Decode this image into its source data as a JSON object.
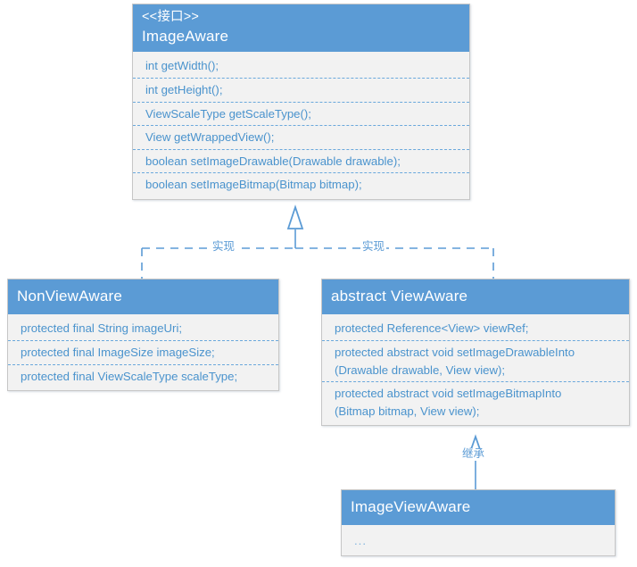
{
  "diagram": {
    "type": "uml-class-diagram",
    "accent_color": "#5b9bd5",
    "body_color": "#f2f2f2",
    "text_color": "#4a93cd",
    "classes": {
      "image_aware": {
        "stereotype": "<<接口>>",
        "name": "ImageAware",
        "members": [
          "int getWidth();",
          "int getHeight();",
          "ViewScaleType getScaleType();",
          "View getWrappedView();",
          "boolean setImageDrawable(Drawable drawable);",
          "boolean setImageBitmap(Bitmap bitmap);"
        ]
      },
      "non_view_aware": {
        "name": "NonViewAware",
        "members": [
          "protected final String imageUri;",
          "protected final ImageSize imageSize;",
          "protected final ViewScaleType scaleType;"
        ]
      },
      "view_aware": {
        "name": "abstract ViewAware",
        "members": [
          "protected Reference<View> viewRef;",
          "protected abstract void setImageDrawableInto\n(Drawable drawable, View view);",
          "protected abstract void setImageBitmapInto\n(Bitmap bitmap, View view);"
        ]
      },
      "image_view_aware": {
        "name": "ImageViewAware",
        "members": [
          "..."
        ]
      }
    },
    "relations": {
      "implements_left_label": "实现",
      "implements_right_label": "实现",
      "inherits_label": "继承"
    }
  }
}
